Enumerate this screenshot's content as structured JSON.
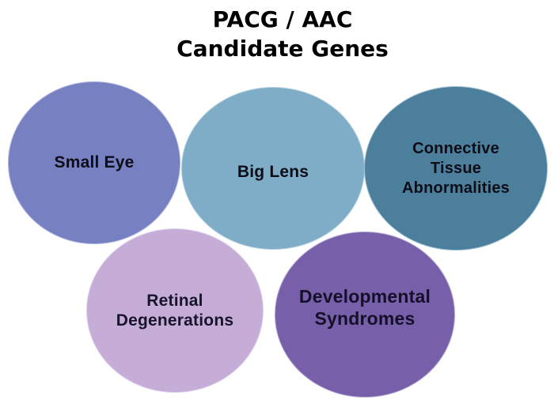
{
  "title": {
    "text": "PACG / AAC\nCandidate Genes"
  },
  "circles": [
    {
      "id": "small-eye",
      "label": "Small Eye",
      "fill": "#7781C1",
      "edge": "#AAB1DD",
      "text_color": "#0D0D18"
    },
    {
      "id": "big-lens",
      "label": "Big Lens",
      "fill": "#7FADC7",
      "edge": "#B3D0E0",
      "text_color": "#0D0D18"
    },
    {
      "id": "connective-tissue",
      "label": "Connective\nTissue\nAbnormalities",
      "fill": "#4C7F9B",
      "edge": "#9FC0D2",
      "text_color": "#0D0D18"
    },
    {
      "id": "retinal-degenerations",
      "label": "Retinal\nDegenerations",
      "fill": "#C6ADD8",
      "edge": "#DED2EC",
      "text_color": "#17142B"
    },
    {
      "id": "developmental-syndromes",
      "label": "Developmental\nSyndromes",
      "fill": "#7760A9",
      "edge": "#B0A3D2",
      "text_color": "#140F2A"
    }
  ]
}
